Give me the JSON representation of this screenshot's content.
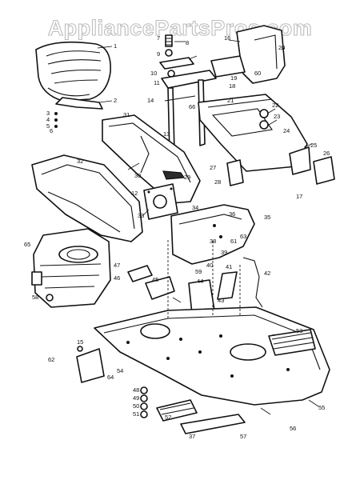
{
  "watermark": {
    "text": "AppliancePartsPros.com"
  },
  "callouts": [
    "1",
    "2",
    "3",
    "4",
    "5",
    "6",
    "7",
    "8",
    "9",
    "10",
    "11",
    "12",
    "13",
    "14",
    "15",
    "16",
    "17",
    "18",
    "19",
    "20",
    "21",
    "22",
    "23",
    "24",
    "25",
    "26",
    "27",
    "28",
    "29",
    "30",
    "31",
    "32",
    "33",
    "34",
    "35",
    "36",
    "37",
    "38",
    "39",
    "40",
    "41",
    "42",
    "43",
    "44",
    "45",
    "46",
    "47",
    "48",
    "49",
    "50",
    "51",
    "52",
    "53",
    "54",
    "55",
    "56",
    "57",
    "58",
    "59",
    "60",
    "61",
    "62",
    "63",
    "64",
    "65",
    "66"
  ]
}
